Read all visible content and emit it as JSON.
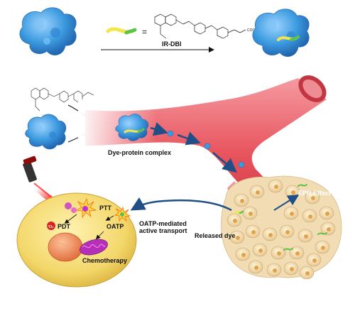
{
  "reaction": {
    "equals": "=",
    "dye_name": "IR-DBI",
    "dye_substituent": "COOH"
  },
  "labels": {
    "dye_protein_complex": "Dye-protein complex",
    "ptt": "PTT",
    "pdt": "PDT",
    "singlet_oxygen": "¹O₂",
    "oatp": "OATP",
    "chemotherapy": "Chemotherapy",
    "oatp_transport_line1": "OATP-mediated",
    "oatp_transport_line2": "active transport",
    "released_dye": "Released dye",
    "epr_effect": "EPR Effect"
  },
  "colors": {
    "protein": "#3d9be0",
    "vessel": "#e8555f",
    "cell": "#f3d76a",
    "nucleus": "#f08a5d",
    "mitochondrion": "#b62fb8",
    "dye_green": "#5cc24a",
    "dye_yellow": "#f1e64a"
  }
}
